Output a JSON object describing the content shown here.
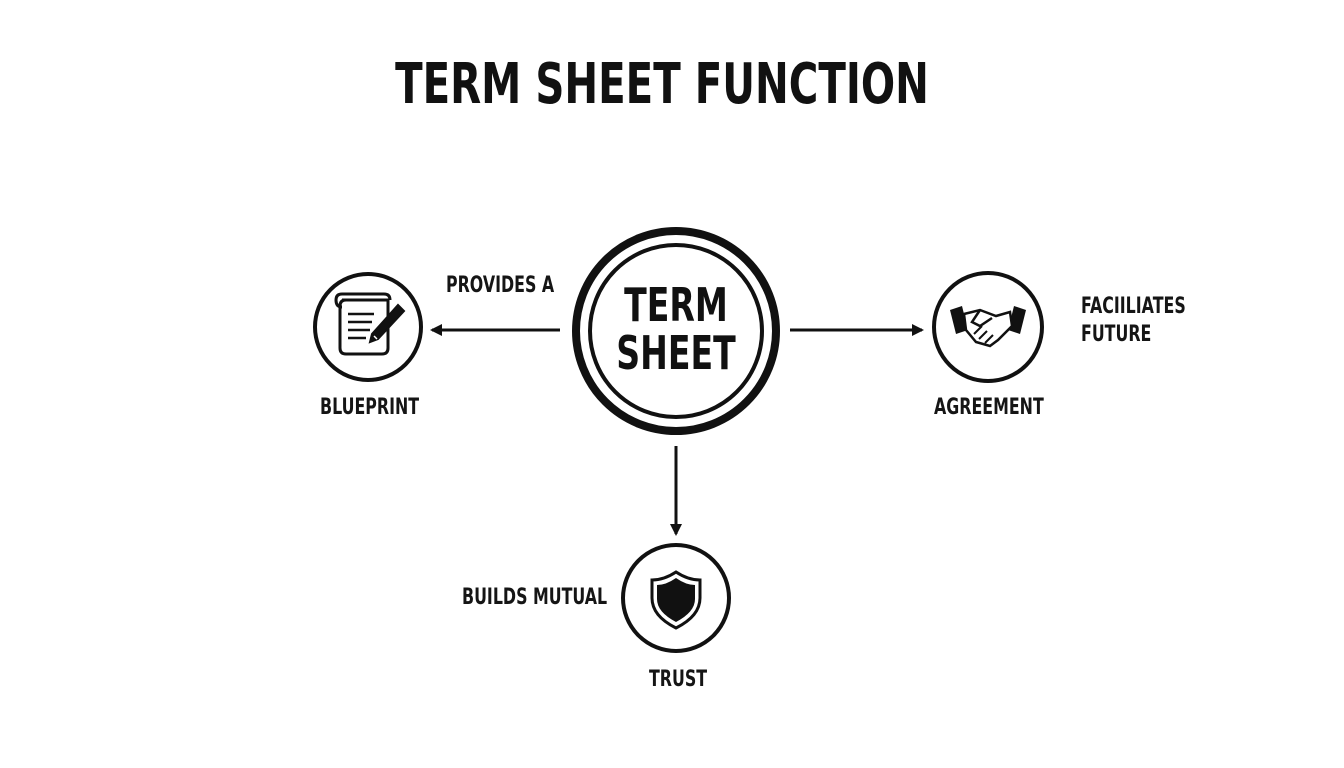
{
  "title": "TERM SHEET FUNCTION",
  "center": {
    "line1": "TERM",
    "line2": "SHEET"
  },
  "nodes": {
    "blueprint": {
      "connector_text": "PROVIDES A",
      "label": "BLUEPRINT",
      "icon": "document-pen-icon"
    },
    "agreement": {
      "connector_line1": "FACIILIATES",
      "connector_line2": "FUTURE",
      "label": "AGREEMENT",
      "icon": "handshake-icon"
    },
    "trust": {
      "connector_text": "BUILDS MUTUAL",
      "label": "TRUST",
      "icon": "shield-icon"
    }
  },
  "colors": {
    "ink": "#111111",
    "background": "#ffffff"
  }
}
